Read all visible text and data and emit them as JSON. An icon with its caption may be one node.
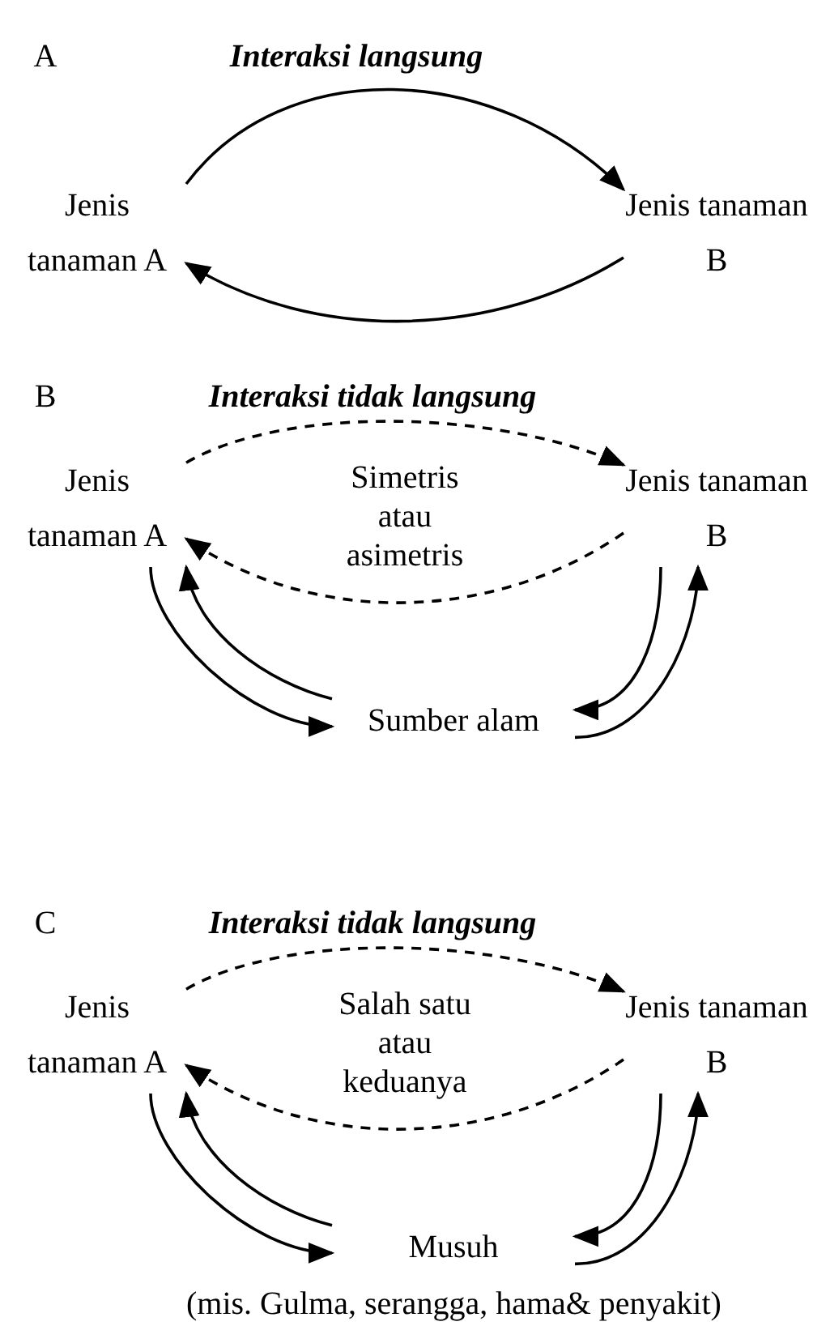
{
  "diagram": {
    "nodes": [
      {
        "text": [
          "Jenis tanaman A"
        ]
      },
      {
        "text": [
          "Jenis tanaman B"
        ]
      },
      {
        "text": [
          "Jenis tanaman A"
        ]
      },
      {
        "text": [
          "Jenis tanaman B"
        ]
      },
      {
        "text": [
          "Sumber alam"
        ]
      },
      {
        "text": [
          "Jenis tanaman A"
        ]
      },
      {
        "text": [
          "Jenis tanaman B"
        ]
      },
      {
        "text": [
          "Musuh"
        ],
        "beside": [
          "(mis. Gulma, serangga, hama& penyakit)"
        ]
      }
    ],
    "edges": [
      {
        "from": 0,
        "to": 1,
        "arrow": "to"
      },
      {
        "from": 1,
        "to": 0,
        "arrow": "to"
      },
      {
        "from": 2,
        "to": 3,
        "arrow": "to",
        "style": "dashed"
      },
      {
        "from": 3,
        "to": 2,
        "arrow": "to",
        "style": "dashed"
      },
      {
        "from": 2,
        "to": 4,
        "arrow": "to"
      },
      {
        "from": 4,
        "to": 2,
        "arrow": "to"
      },
      {
        "from": 3,
        "to": 4,
        "arrow": "to"
      },
      {
        "from": 4,
        "to": 3,
        "arrow": "to"
      },
      {
        "from": 5,
        "to": 6,
        "arrow": "to",
        "style": "dashed"
      },
      {
        "from": 6,
        "to": 5,
        "arrow": "to",
        "style": "dashed"
      },
      {
        "from": 5,
        "to": 7,
        "arrow": "to"
      },
      {
        "from": 7,
        "to": 5,
        "arrow": "to"
      },
      {
        "from": 6,
        "to": 7,
        "arrow": "to"
      },
      {
        "from": 7,
        "to": 6,
        "arrow": "to"
      }
    ],
    "labels": [
      "A",
      "Interaksi langsung",
      "B",
      "Interaksi tidak langsung",
      "Simetris atau asimetris",
      "C",
      "Interaksi tidak langsung",
      "Salah satu atau keduanya"
    ]
  }
}
